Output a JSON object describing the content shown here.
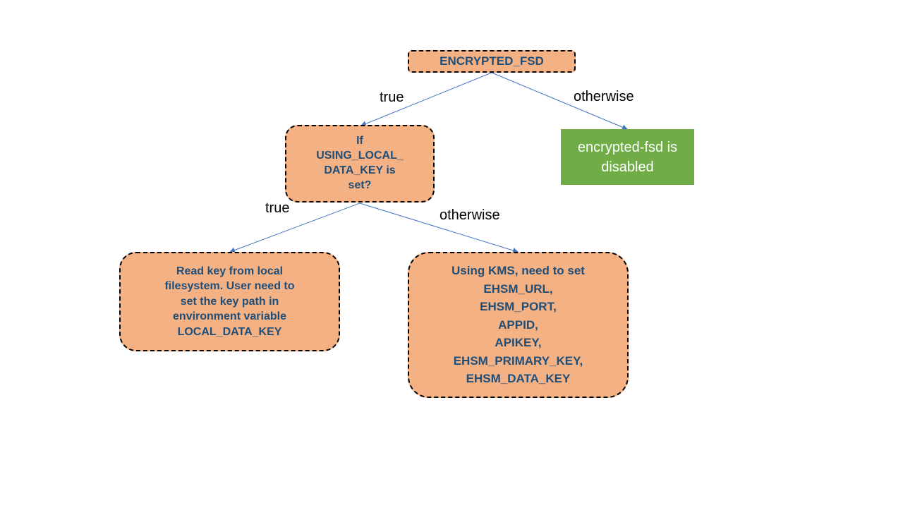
{
  "nodes": {
    "root": {
      "text": "ENCRYPTED_FSD"
    },
    "disabled": {
      "lines": [
        "encrypted-fsd is",
        "disabled"
      ]
    },
    "question": {
      "lines": [
        "If",
        "USING_LOCAL_",
        "DATA_KEY is",
        "set?"
      ]
    },
    "local": {
      "lines": [
        "Read key from local",
        "filesystem. User need to",
        "set the key path in",
        "environment variable",
        "LOCAL_DATA_KEY"
      ]
    },
    "kms": {
      "lines": [
        "Using KMS, need to set",
        "EHSM_URL,",
        "EHSM_PORT,",
        "APPID,",
        "APIKEY,",
        "EHSM_PRIMARY_KEY,",
        "EHSM_DATA_KEY"
      ]
    }
  },
  "edge_labels": {
    "root_true": "true",
    "root_otherwise": "otherwise",
    "question_true": "true",
    "question_otherwise": "otherwise"
  },
  "colors": {
    "box_fill": "#f4b183",
    "box_text": "#1f4e79",
    "disabled_fill": "#70ad47",
    "edge": "#4472c4"
  }
}
